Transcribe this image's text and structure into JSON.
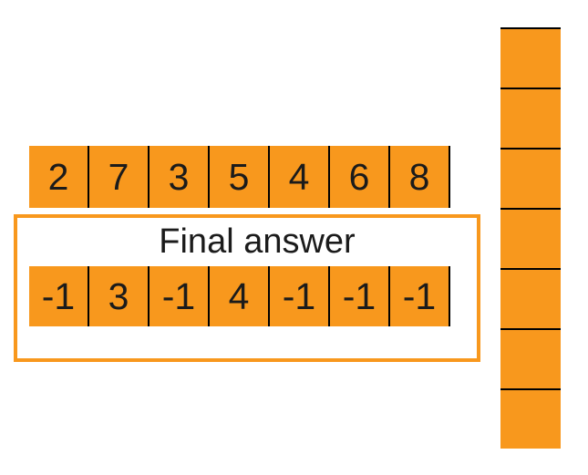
{
  "colors": {
    "cell_fill": "#F8981D",
    "box_border": "#F8981D",
    "line": "#000000",
    "text": "#1B1B1B",
    "background": "#FFFFFF"
  },
  "input_array": {
    "values": [
      "2",
      "7",
      "3",
      "5",
      "4",
      "6",
      "8"
    ]
  },
  "final_answer_box": {
    "label": "Final answer",
    "values": [
      "-1",
      "3",
      "-1",
      "4",
      "-1",
      "-1",
      "-1"
    ]
  },
  "stack_column": {
    "cells": [
      "",
      "",
      "",
      "",
      "",
      "",
      ""
    ]
  }
}
